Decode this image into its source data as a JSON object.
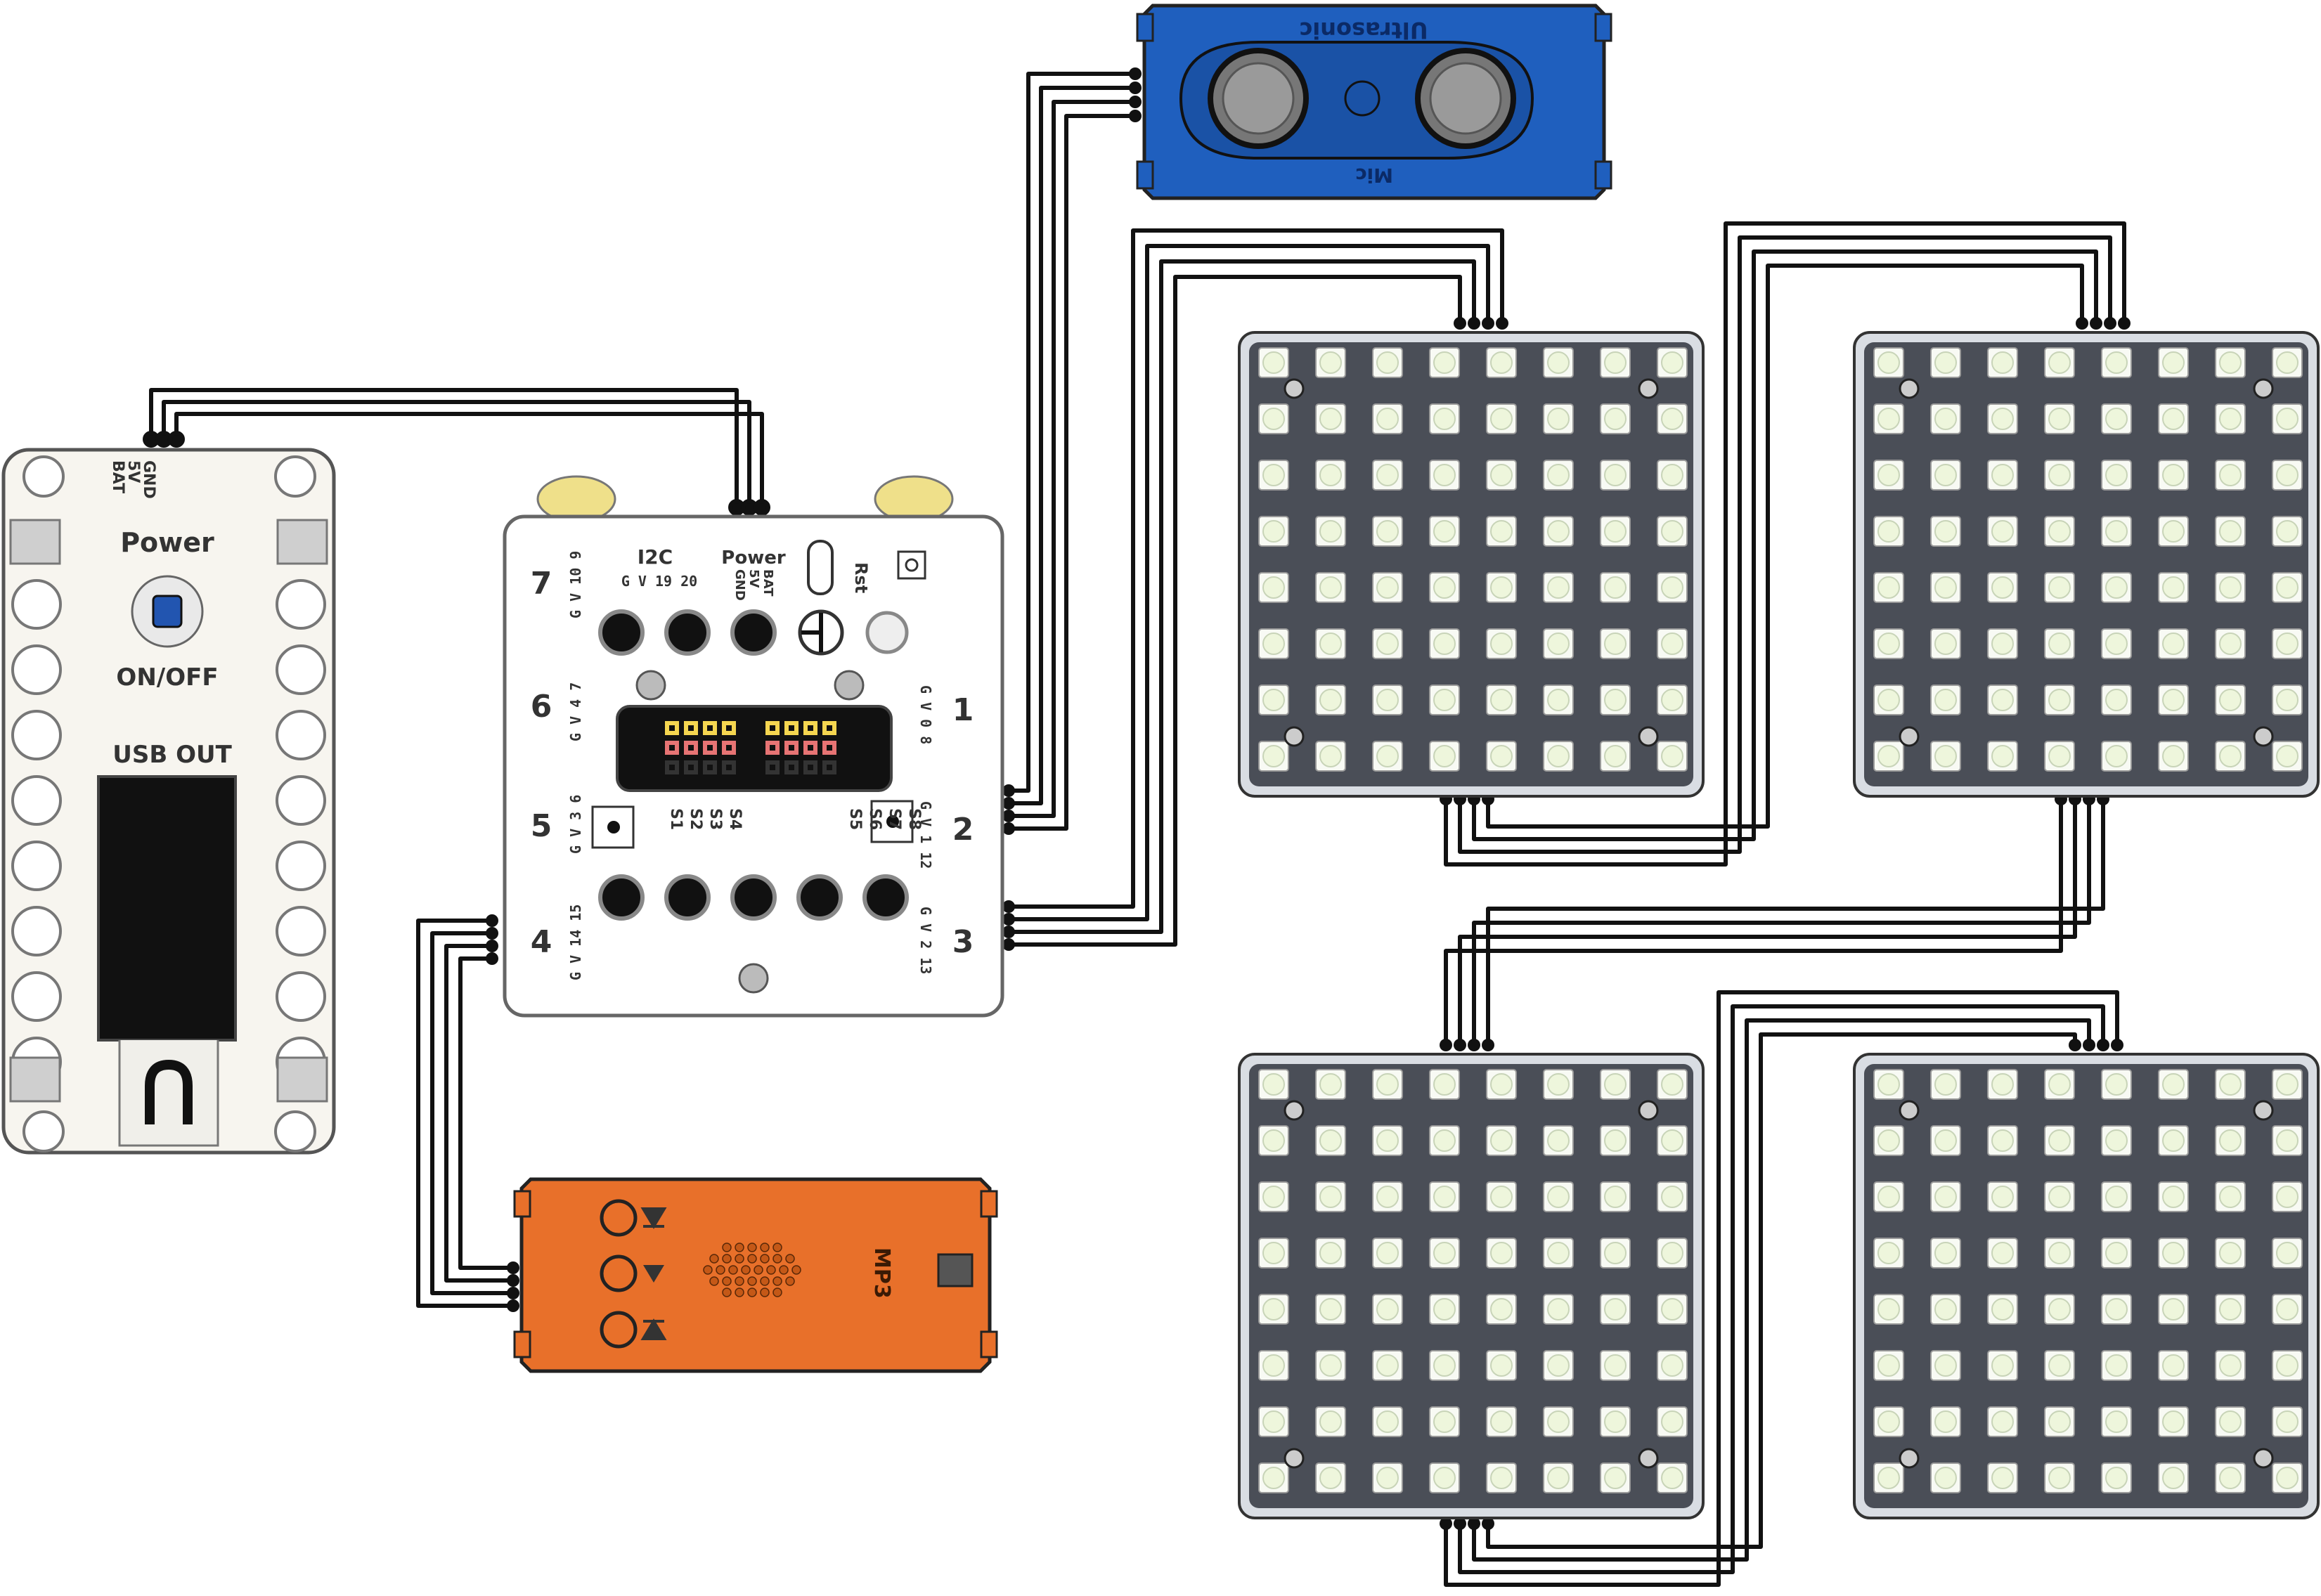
{
  "power_module": {
    "pin_labels": [
      "GND",
      "5V",
      "BAT"
    ],
    "title": "Power",
    "switch_label": "ON/OFF",
    "usb_label": "USB OUT"
  },
  "main_board": {
    "port_numbers": [
      "1",
      "2",
      "3",
      "4",
      "5",
      "6",
      "7"
    ],
    "port_pins": {
      "p1": "G V 0 8",
      "p2": "G V 1 12",
      "p3": "G V 2 13",
      "p4": "G V 14 15",
      "p5": "G V 3 6",
      "p6": "G V 4 7",
      "p7": "G V 10 9"
    },
    "i2c_label": "I2C",
    "i2c_pins": "G V 19 20",
    "power_label": "Power",
    "power_pins": [
      "GND",
      "5V",
      "BAT"
    ],
    "rst_label": "Rst",
    "servo_labels": [
      "S1",
      "S2",
      "S3",
      "S4",
      "S5",
      "S6",
      "S7",
      "S8"
    ]
  },
  "ultrasonic_module": {
    "title": "Ultrasonic",
    "mic_label": "Mic"
  },
  "mp3_module": {
    "title": "MP3"
  },
  "colors": {
    "ultrasonic": "#1f5fbe",
    "mp3": "#e8702a",
    "matrix": "#4a4e57",
    "led": "#eef6dc",
    "wire": "#111111",
    "power_board": "#f7f5ef"
  }
}
